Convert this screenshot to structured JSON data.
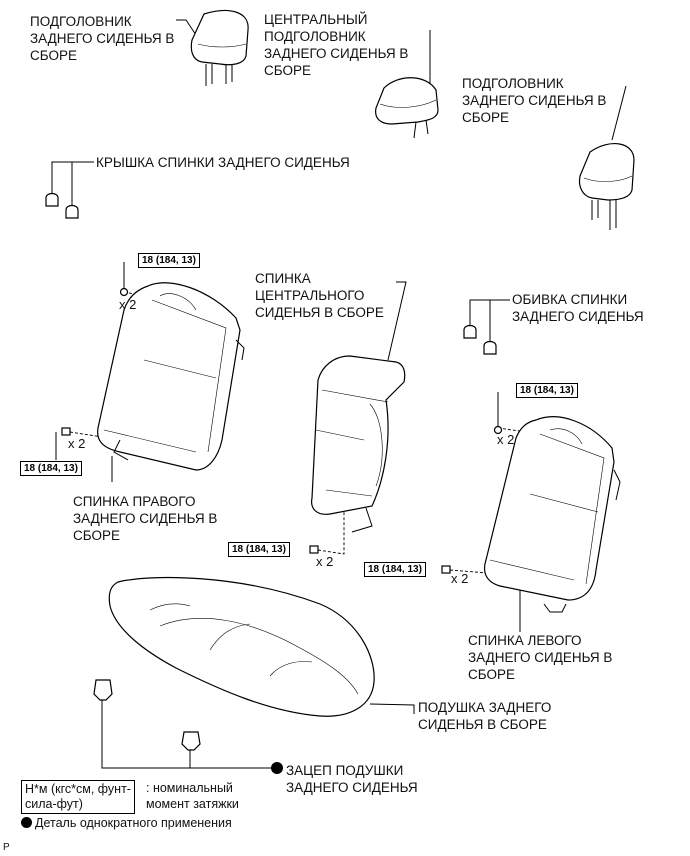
{
  "labels": {
    "headrest_right": "ПОДГОЛОВНИК\nЗАДНЕГО СИДЕНЬЯ В\nСБОРЕ",
    "headrest_center": "ЦЕНТРАЛЬНЫЙ\nПОДГОЛОВНИК\nЗАДНЕГО СИДЕНЬЯ В\nСБОРЕ",
    "headrest_left": "ПОДГОЛОВНИК\nЗАДНЕГО СИДЕНЬЯ В\nСБОРЕ",
    "back_cover": "КРЫШКА СПИНКИ ЗАДНЕГО СИДЕНЬЯ",
    "center_back": "СПИНКА\nЦЕНТРАЛЬНОГО\nСИДЕНЬЯ В СБОРЕ",
    "back_trim": "ОБИВКА СПИНКИ\nЗАДНЕГО СИДЕНЬЯ",
    "right_back": "СПИНКА ПРАВОГО\nЗАДНЕГО СИДЕНЬЯ В\nСБОРЕ",
    "left_back": "СПИНКА ЛЕВОГО\nЗАДНЕГО СИДЕНЬЯ В\nСБОРЕ",
    "cushion": "ПОДУШКА ЗАДНЕГО\nСИДЕНЬЯ В СБОРЕ",
    "cushion_hook": "ЗАЦЕП ПОДУШКИ\nЗАДНЕГО СИДЕНЬЯ"
  },
  "torque": "18 (184, 13)",
  "qty": "x 2",
  "legend": {
    "units": "Н*м (кгс*см, фунт-\nсила-фут)",
    "units_desc": ": номинальный\nмомент затяжки",
    "nonreusable": "Деталь однократного применения"
  },
  "corner_mark": "P"
}
